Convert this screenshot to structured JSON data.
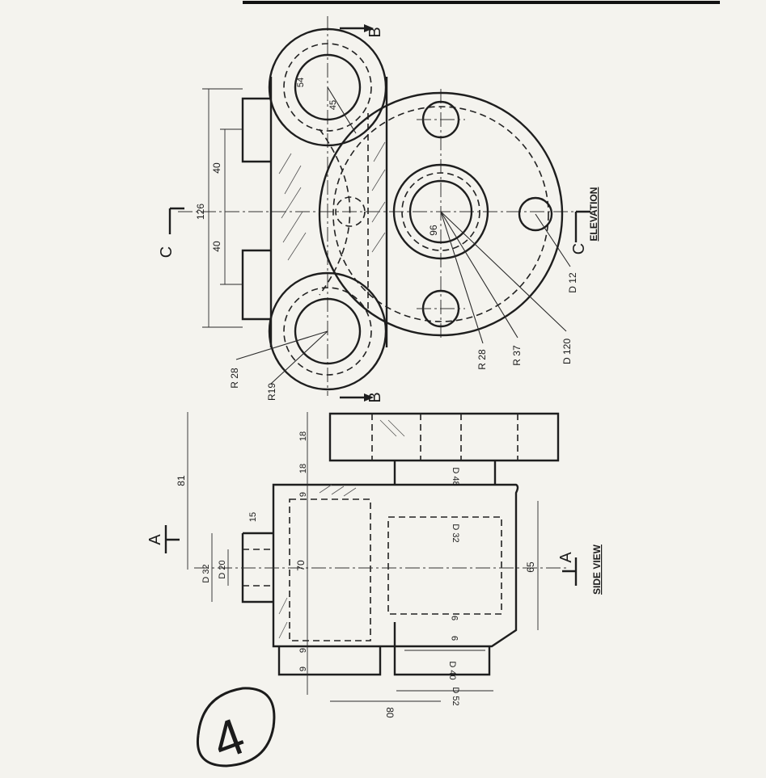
{
  "drawing": {
    "number": "4",
    "elevation": {
      "title": "ELEVATION",
      "section_marks": {
        "b_top": "B",
        "b_bottom": "B",
        "c_left": "C",
        "c_right": "C"
      },
      "dims": {
        "overall": "126",
        "boss_top": "40",
        "boss_bottom": "40",
        "r28_left": "R 28",
        "r19_left": "R19",
        "r28_center": "R 28",
        "r37": "R 37",
        "d120": "D 120",
        "d12": "D 12",
        "d96": "96",
        "d45": "45",
        "d54": "54"
      }
    },
    "side_view": {
      "title": "SIDE VIEW",
      "section_marks": {
        "a_top": "A",
        "a_bottom": "A"
      },
      "dims": {
        "d81": "81",
        "d18a": "18",
        "d18b": "18",
        "d9top": "9",
        "d15": "15",
        "d32": "D 32",
        "d20": "D 20",
        "d70": "70",
        "d9a": "9",
        "d9b": "9",
        "d32c": "D 32",
        "d48": "D 48",
        "d65": "65",
        "d9c": "9",
        "d9d": "9",
        "d40": "D 40",
        "d52": "D 52",
        "d80": "80"
      }
    }
  }
}
